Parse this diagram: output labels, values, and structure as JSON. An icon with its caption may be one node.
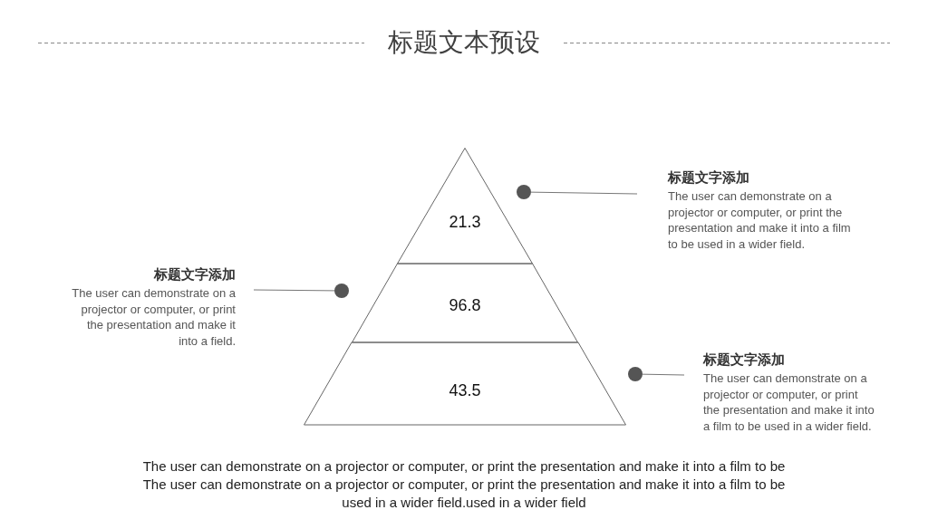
{
  "diagram": {
    "title": "标题文本预设",
    "nodes": [
      {
        "text": [
          "21.3"
        ]
      },
      {
        "text": [
          "96.8"
        ]
      },
      {
        "text": [
          "43.5"
        ]
      },
      {
        "text": [
          "标题文字添加",
          "The user can demonstrate on a projector or computer, or print the presentation and make it into a film to be used in a wider field."
        ]
      },
      {
        "text": [
          "标题文字添加",
          "The user can demonstrate on a projector or computer, or print the presentation and make it into a field."
        ]
      },
      {
        "text": [
          "标题文字添加",
          "The user can demonstrate on a projector or computer, or print the presentation and make it into a film to be used in a wider field."
        ]
      },
      {
        "text": [],
        "shape": "circle"
      },
      {
        "text": [],
        "shape": "circle"
      },
      {
        "text": [],
        "shape": "circle"
      }
    ],
    "edges": [
      {
        "from": 3,
        "to": 6,
        "arrow": "none"
      },
      {
        "from": 4,
        "to": 7,
        "arrow": "none"
      },
      {
        "from": 5,
        "to": 8,
        "arrow": "none"
      }
    ],
    "caption": "The user can demonstrate on a projector or computer, or print the presentation and make it into a film to be The user can demonstrate on a projector or computer, or print the presentation and make it into a film to be used in a wider field.used in a wider field"
  }
}
